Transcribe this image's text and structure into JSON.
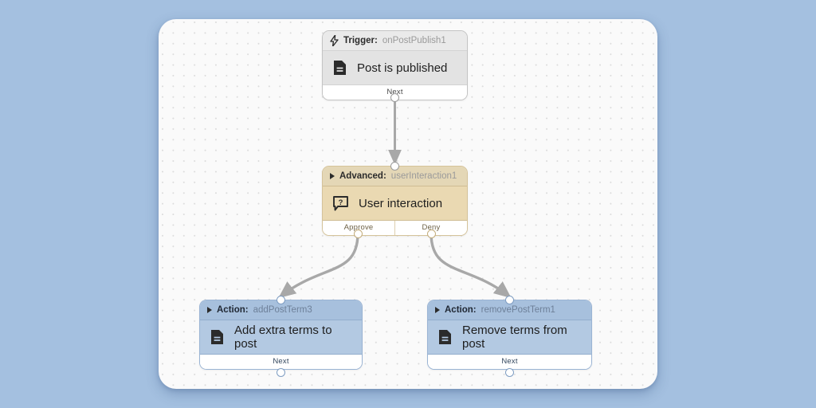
{
  "canvas": {
    "background": "#fafafa",
    "page_background": "#a4c0e0",
    "dot_color": "#dcdcdc"
  },
  "nodes": [
    {
      "id": "trigger",
      "kind_label": "Trigger:",
      "name": "onPostPublish1",
      "icon": "lightning-bolt-icon",
      "title": "Post is published",
      "title_icon": "document-icon",
      "accent": "#e3e3e3",
      "ports": [
        "Next"
      ]
    },
    {
      "id": "advanced",
      "kind_label": "Advanced:",
      "name": "userInteraction1",
      "icon": "caret-right-icon",
      "title": "User interaction",
      "title_icon": "question-bubble-icon",
      "accent": "#ead9b2",
      "ports": [
        "Approve",
        "Deny"
      ]
    },
    {
      "id": "action-add",
      "kind_label": "Action:",
      "name": "addPostTerm3",
      "icon": "caret-right-icon",
      "title": "Add extra terms to post",
      "title_icon": "document-icon",
      "accent": "#b3c9e2",
      "ports": [
        "Next"
      ]
    },
    {
      "id": "action-remove",
      "kind_label": "Action:",
      "name": "removePostTerm1",
      "icon": "caret-right-icon",
      "title": "Remove terms from post",
      "title_icon": "document-icon",
      "accent": "#b3c9e2",
      "ports": [
        "Next"
      ]
    }
  ],
  "edges": [
    {
      "from": "trigger.Next",
      "to": "advanced",
      "style": "straight"
    },
    {
      "from": "advanced.Approve",
      "to": "action-add",
      "style": "curve"
    },
    {
      "from": "advanced.Deny",
      "to": "action-remove",
      "style": "curve"
    }
  ]
}
